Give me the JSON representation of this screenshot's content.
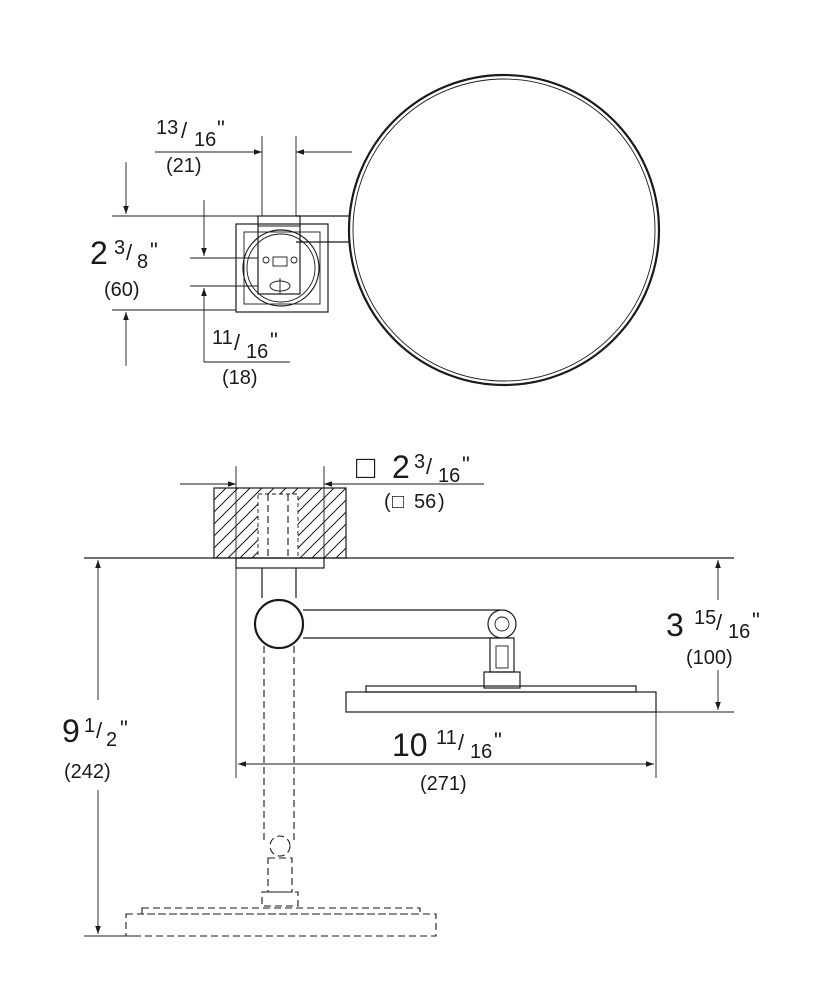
{
  "dimensions": {
    "arm_width": {
      "whole": "",
      "num": "13",
      "den": "16",
      "mm": "(21)"
    },
    "plate_height": {
      "whole": "2",
      "num": "3",
      "den": "8",
      "mm": "(60)"
    },
    "plate_offset": {
      "whole": "",
      "num": "11",
      "den": "16",
      "mm": "(18)"
    },
    "base_square": {
      "whole": "2",
      "num": "3",
      "den": "16",
      "mm": "56"
    },
    "mirror_depth": {
      "whole": "3",
      "num": "15",
      "den": "16",
      "mm": "(100)"
    },
    "reach": {
      "whole": "10",
      "num": "11",
      "den": "16",
      "mm": "(271)"
    },
    "height": {
      "whole": "9",
      "num": "1",
      "den": "2",
      "mm": "(242)"
    }
  },
  "symbols": {
    "inch": "\"",
    "slash": "/",
    "square": "□",
    "paren_open": "(",
    "paren_close": ")"
  },
  "colors": {
    "line": "#1a1a1a",
    "background": "#ffffff"
  }
}
